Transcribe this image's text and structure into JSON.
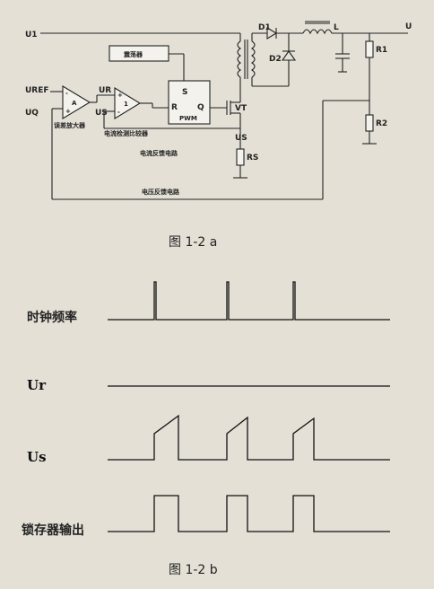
{
  "circuit": {
    "labels": {
      "u1": "U1",
      "d1": "D1",
      "l": "L",
      "u": "U",
      "r1": "R1",
      "r2": "R2",
      "d2": "D2",
      "oscillator": "震荡器",
      "uref": "UREF",
      "uq": "UQ",
      "ur": "UR",
      "us_in": "US",
      "error_amp": "误差放大器",
      "comparator": "电流检测比较器",
      "s": "S",
      "r": "R",
      "q": "Q",
      "pwm": "PWM",
      "vt": "VT",
      "us": "US",
      "rs": "RS",
      "current_feedback": "电流反馈电路",
      "voltage_feedback": "电压反馈电路",
      "opamp1_sign_minus": "-",
      "opamp1_sign_plus": "+",
      "opamp1_a": "A",
      "opamp2_sign_plus": "+",
      "opamp2_sign_minus": "-",
      "opamp2_a": "1"
    },
    "caption": "图 1-2   a"
  },
  "waveforms": {
    "labels": {
      "clock": "时钟频率",
      "ur": "Ur",
      "us": "Us",
      "latch": "锁存器输出"
    },
    "caption": "图 1-2   b"
  }
}
